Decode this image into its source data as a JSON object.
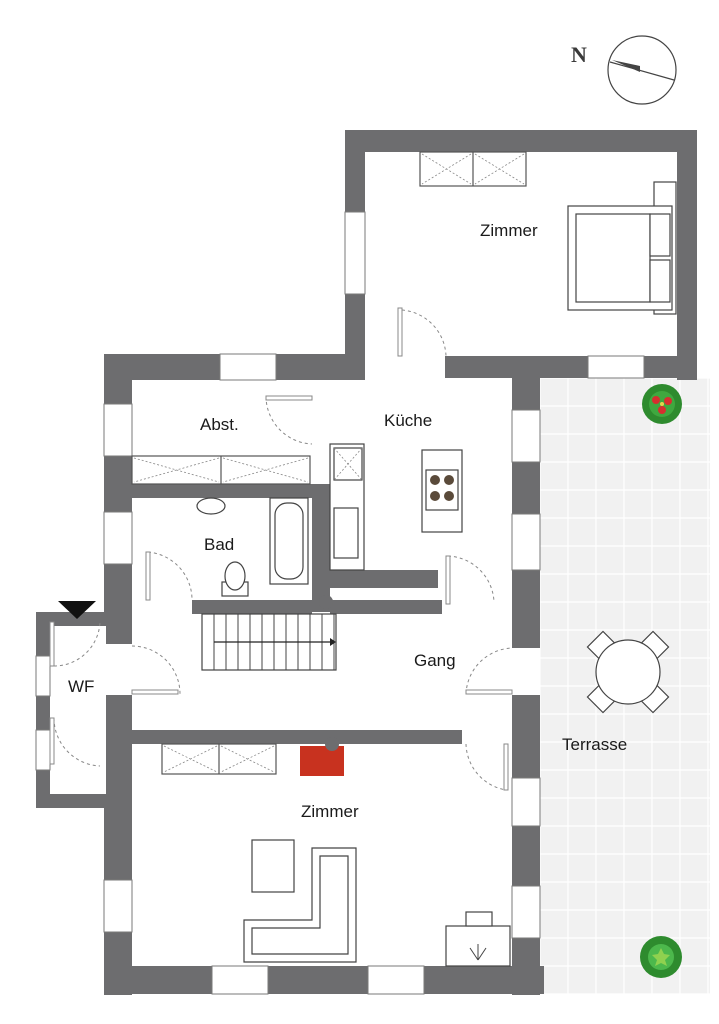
{
  "plan": {
    "north_label": "N",
    "rooms": {
      "zimmer_top": "Zimmer",
      "abst": "Abst.",
      "kueche": "Küche",
      "bad": "Bad",
      "gang": "Gang",
      "wf": "WF",
      "zimmer_bottom": "Zimmer",
      "terrasse": "Terrasse"
    },
    "colors": {
      "wall": "#6d6d6f",
      "terrace": "#f1f1f1",
      "stove": "#c8321f",
      "plant_leaf": "#2e8b2e",
      "plant_flower": "#d62f2f"
    },
    "icons": [
      "north-compass-icon",
      "entrance-arrow-icon",
      "plant-icon"
    ]
  }
}
